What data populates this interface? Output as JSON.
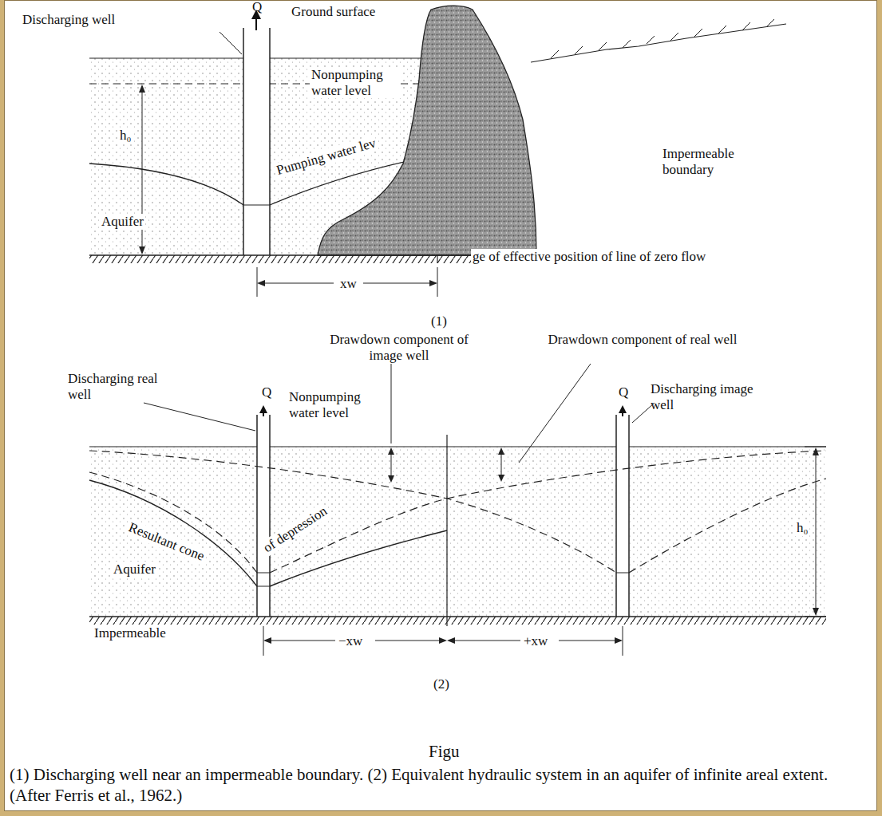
{
  "diagram": {
    "caption": "(1) Discharging well near an impermeable boundary. (2) Equivalent hydraulic system in an aquifer of infinite areal extent. (After Ferris et al., 1962.)",
    "labels": [
      "Discharging well",
      "Q",
      "Ground surface",
      "Nonpumping water level",
      "Pumping water lev",
      "Impermeable boundary",
      "h₀",
      "Aquifer",
      "ge of effective position of line of zero flow",
      "xw",
      "(1)",
      "Drawdown component of image well",
      "Drawdown component of real well",
      "Discharging real well",
      "Q",
      "Nonpumping water level",
      "Q",
      "Discharging image well",
      "h₀",
      "Resultant cone",
      "of depression",
      "Aquifer",
      "Impermeable",
      "−xw",
      "+xw",
      "(2)",
      "Figu"
    ]
  }
}
